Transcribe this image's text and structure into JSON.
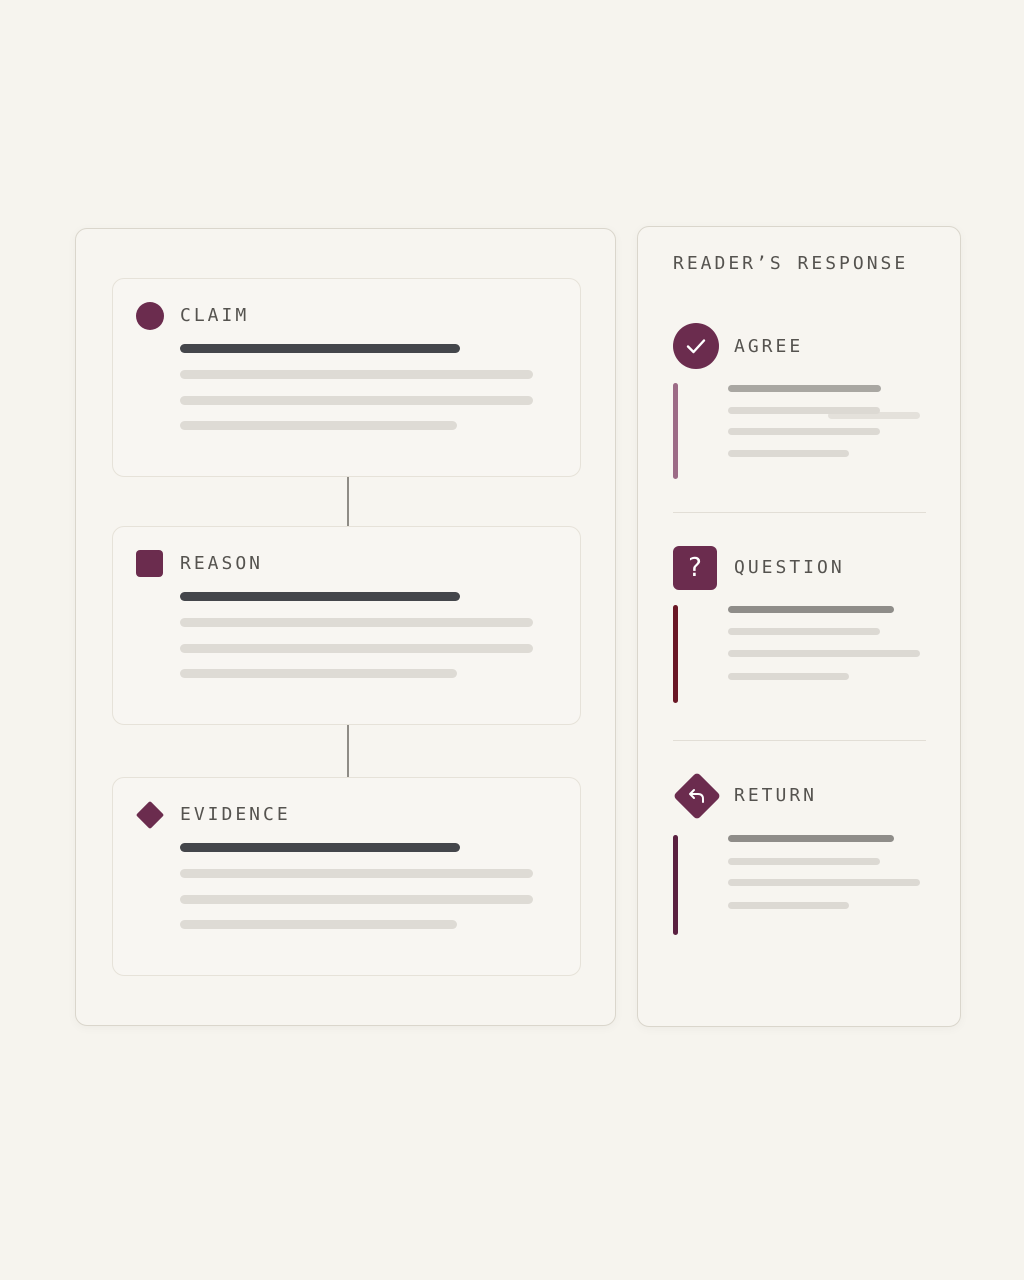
{
  "argument": {
    "cards": [
      {
        "label": "CLAIM",
        "marker": "circle-marker"
      },
      {
        "label": "REASON",
        "marker": "square-marker"
      },
      {
        "label": "EVIDENCE",
        "marker": "diamond-marker"
      }
    ]
  },
  "response": {
    "title": "READER’S RESPONSE",
    "items": [
      {
        "label": "AGREE",
        "icon": "check-icon"
      },
      {
        "label": "QUESTION",
        "icon": "question-icon",
        "glyph": "?"
      },
      {
        "label": "RETURN",
        "icon": "return-arrow-icon"
      }
    ]
  },
  "colors": {
    "accent": "#6b2c4e",
    "agree_line": "#9c6b86",
    "question_line": "#6a1725",
    "return_line": "#5a2040",
    "background": "#f6f4ee"
  }
}
